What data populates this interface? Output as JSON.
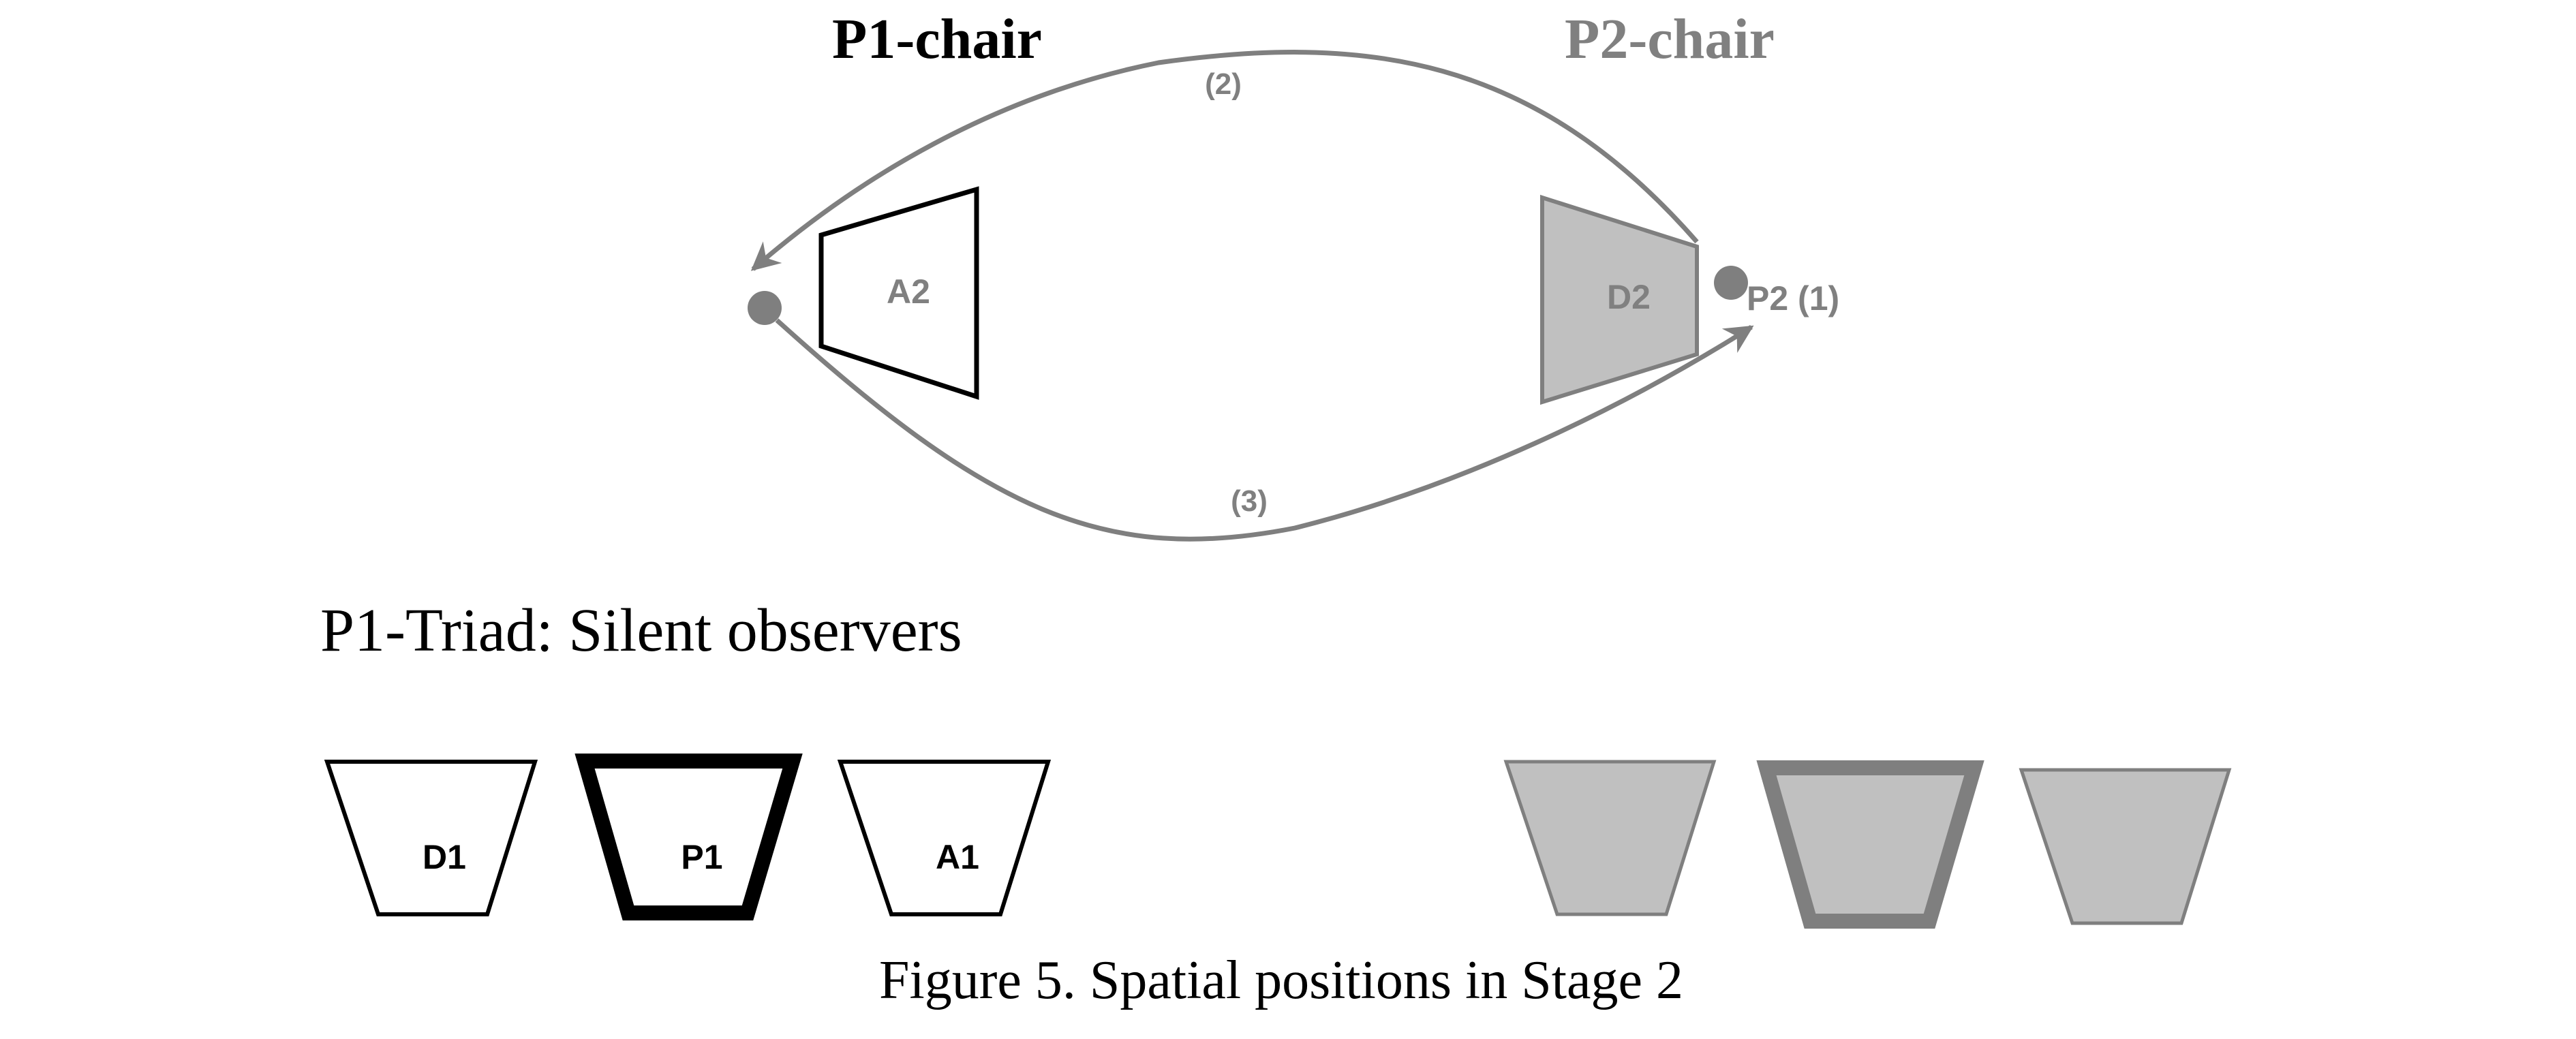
{
  "diagram": {
    "titles": {
      "p1_chair": "P1-chair",
      "p2_chair": "P2-chair"
    },
    "seats_top": {
      "a2": "A2",
      "d2": "D2"
    },
    "position_label": "P2 (1)",
    "path_labels": {
      "path_2": "(2)",
      "path_3": "(3)"
    },
    "triad_heading": "P1-Triad: Silent observers",
    "triad_seats": {
      "d1": "D1",
      "p1": "P1",
      "a1": "A1"
    },
    "caption": "Figure 5. Spatial positions in Stage 2",
    "colors": {
      "black": "#000000",
      "gray_stroke": "#7f7f7f",
      "gray_fill": "#c0c0c0",
      "text_gray": "#808080",
      "white": "#ffffff"
    }
  }
}
